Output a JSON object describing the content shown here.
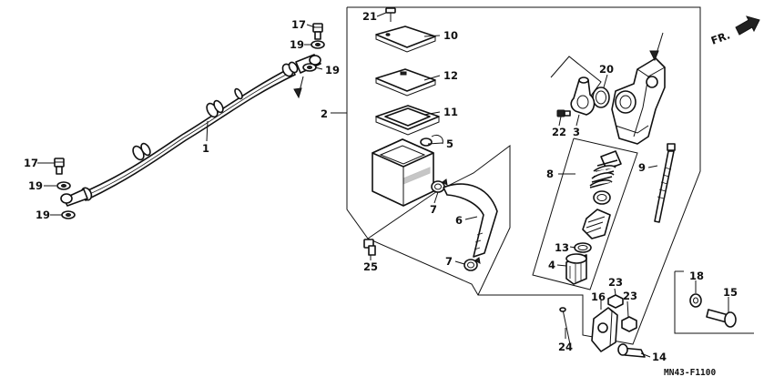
{
  "diagram": {
    "code": "MN43-F1100",
    "direction_label": "FR.",
    "callouts": {
      "c1": "1",
      "c2": "2",
      "c3": "3",
      "c4": "4",
      "c5": "5",
      "c6": "6",
      "c7a": "7",
      "c7b": "7",
      "c8": "8",
      "c9": "9",
      "c10": "10",
      "c11": "11",
      "c12": "12",
      "c13": "13",
      "c14": "14",
      "c15": "15",
      "c16": "16",
      "c17a": "17",
      "c17b": "17",
      "c18": "18",
      "c19a": "19",
      "c19b": "19",
      "c19c": "19",
      "c19d": "19",
      "c20": "20",
      "c21": "21",
      "c22": "22",
      "c23a": "23",
      "c23b": "23",
      "c24": "24",
      "c25": "25"
    }
  }
}
